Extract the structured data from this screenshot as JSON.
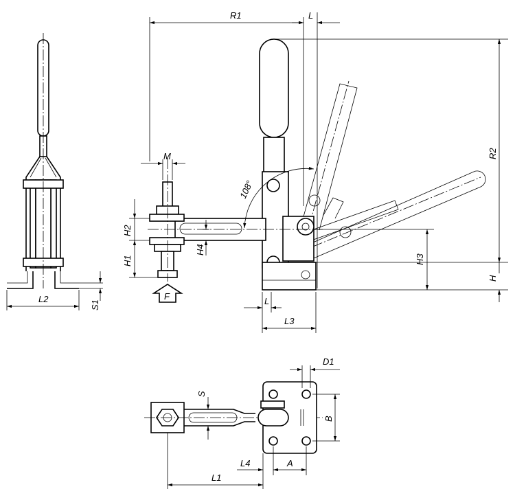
{
  "labels": {
    "R1": "R1",
    "L_top": "L",
    "R2": "R2",
    "H": "H",
    "H3": "H3",
    "M": "M",
    "angle": "108°",
    "H2": "H2",
    "H1": "H1",
    "H4": "H4",
    "F": "F",
    "L_bottom": "L",
    "L3": "L3",
    "L2": "L2",
    "S1": "S1",
    "S": "S",
    "D1": "D1",
    "B": "B",
    "L4": "L4",
    "A": "A",
    "L1": "L1"
  }
}
